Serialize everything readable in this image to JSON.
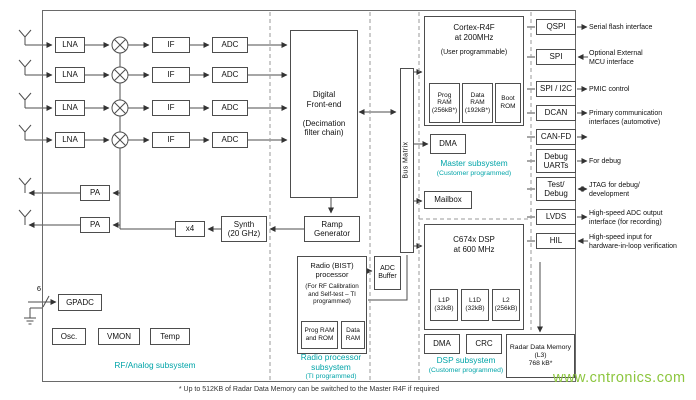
{
  "watermark": "www.cntronics.com",
  "footnote": "* Up to 512KB of Radar Data Memory can be switched to the Master R4F if required",
  "colors": {
    "subsystem": "#00a4a8",
    "watermark": "#8dc63f"
  },
  "rf": {
    "lna": "LNA",
    "if": "IF",
    "adc": "ADC",
    "pa": "PA",
    "x4": "x4",
    "synth": "Synth\n(20 GHz)",
    "gpadc": "GPADC",
    "adc_count": "6",
    "osc": "Osc.",
    "vmon": "VMON",
    "temp": "Temp",
    "label": "RF/Analog subsystem"
  },
  "frontend": {
    "digital": "Digital\nFront-end\n\n(Decimation\nfilter chain)",
    "ramp": "Ramp\nGenerator"
  },
  "radio": {
    "title": "Radio (BIST)\nprocessor",
    "note": "(For RF Calibration\nand Self-test – TI\nprogrammed)",
    "prog_ram": "Prog RAM\nand ROM",
    "data_ram": "Data\nRAM",
    "label": "Radio processor\nsubsystem",
    "sublabel": "(TI programmed)"
  },
  "interconnect": {
    "bus_matrix": "Bus Matrix",
    "adc_buffer": "ADC\nBuffer",
    "mailbox": "Mailbox"
  },
  "master": {
    "title": "Cortex-R4F\nat 200MHz",
    "note": "(User programmable)",
    "prog_ram": "Prog RAM\n(256kB*)",
    "data_ram": "Data RAM\n(192kB*)",
    "boot_rom": "Boot\nROM",
    "dma": "DMA",
    "label": "Master subsystem",
    "sublabel": "(Customer programmed)"
  },
  "dsp": {
    "title": "C674x DSP\nat 600 MHz",
    "l1p": "L1P\n(32kB)",
    "l1d": "L1D\n(32kB)",
    "l2": "L2\n(256kB)",
    "dma": "DMA",
    "crc": "CRC",
    "label": "DSP subsystem",
    "sublabel": "(Customer programmed)"
  },
  "memory": {
    "radar": "Radar Data Memory\n(L3)\n768 kB*"
  },
  "peripherals": [
    {
      "label": "QSPI"
    },
    {
      "label": "SPI"
    },
    {
      "label": "SPI / I2C"
    },
    {
      "label": "DCAN"
    },
    {
      "label": "CAN-FD"
    },
    {
      "label": "Debug\nUARTs"
    },
    {
      "label": "Test/\nDebug"
    },
    {
      "label": "LVDS"
    },
    {
      "label": "HIL"
    }
  ],
  "external": [
    {
      "label": "Serial flash interface"
    },
    {
      "label": "Optional External\nMCU interface"
    },
    {
      "label": "PMIC control"
    },
    {
      "label": "Primary communication\ninterfaces (automotive)"
    },
    {
      "label": "For debug"
    },
    {
      "label": "JTAG for debug/\ndevelopment"
    },
    {
      "label": "High-speed ADC output\ninterface (for recording)"
    },
    {
      "label": "High-speed input for\nhardware-in-loop verification"
    }
  ]
}
